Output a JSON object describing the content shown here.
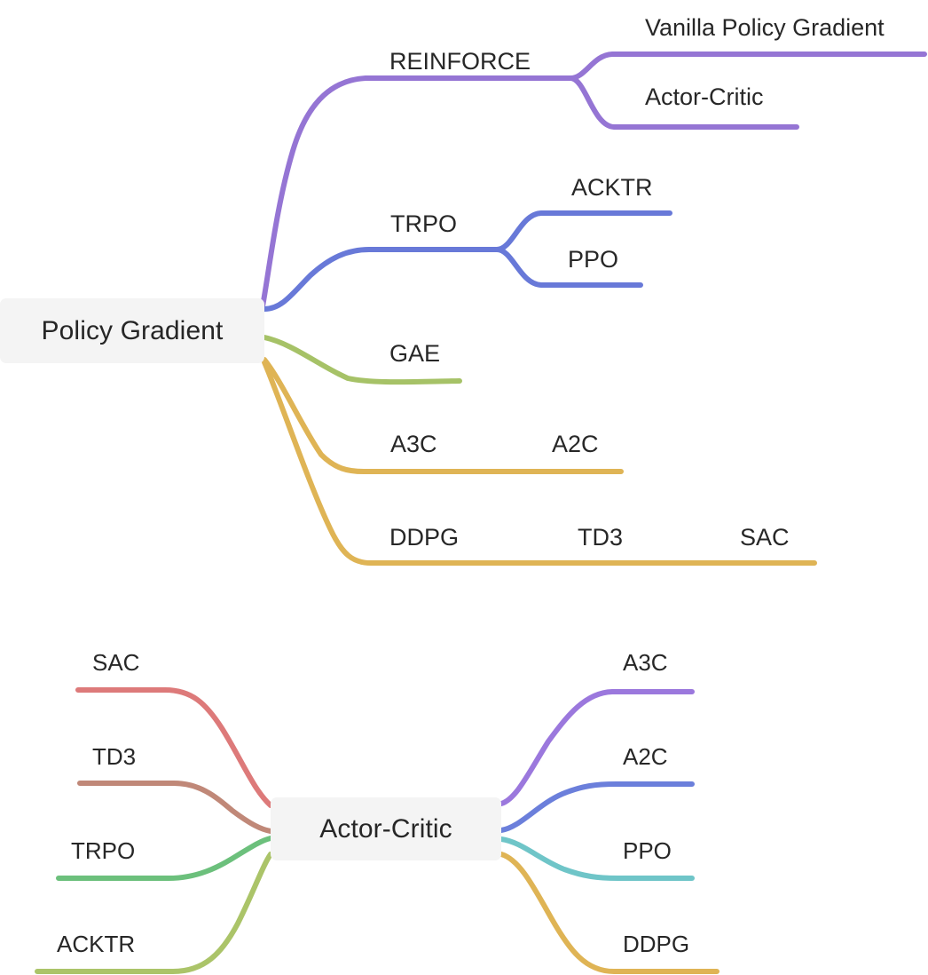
{
  "diagrams": [
    {
      "id": "policy-gradient-map",
      "root": {
        "label": "Policy Gradient"
      },
      "branches": [
        {
          "label": "REINFORCE",
          "color": "#9575d4",
          "children": [
            {
              "label": "Vanilla Policy Gradient",
              "color": "#9575d4"
            },
            {
              "label": "Actor-Critic",
              "color": "#9575d4"
            }
          ]
        },
        {
          "label": "TRPO",
          "color": "#6879d8",
          "children": [
            {
              "label": "ACKTR",
              "color": "#6879d8"
            },
            {
              "label": "PPO",
              "color": "#6879d8"
            }
          ]
        },
        {
          "label": "GAE",
          "color": "#a6c267",
          "children": []
        },
        {
          "label": "A3C",
          "color": "#dfb455",
          "children": [
            {
              "label": "A2C",
              "color": "#dfb455"
            }
          ]
        },
        {
          "label": "DDPG",
          "color": "#dfb455",
          "children": [
            {
              "label": "TD3",
              "color": "#dfb455"
            },
            {
              "label": "SAC",
              "color": "#dfb455"
            }
          ]
        }
      ]
    },
    {
      "id": "actor-critic-map",
      "root": {
        "label": "Actor-Critic"
      },
      "left_branches": [
        {
          "label": "SAC",
          "color": "#dd7a7a"
        },
        {
          "label": "TD3",
          "color": "#c08878"
        },
        {
          "label": "TRPO",
          "color": "#6cc07c"
        },
        {
          "label": "ACKTR",
          "color": "#abc469"
        }
      ],
      "right_branches": [
        {
          "label": "A3C",
          "color": "#9b78dd"
        },
        {
          "label": "A2C",
          "color": "#6b7fdb"
        },
        {
          "label": "PPO",
          "color": "#6fc5c8"
        },
        {
          "label": "DDPG",
          "color": "#dfb455"
        }
      ]
    }
  ],
  "colors": {
    "background": "#ffffff",
    "node_fill": "#f4f4f4",
    "text": "#262626",
    "purple": "#9575d4",
    "violet": "#9b78dd",
    "blue": "#6879d8",
    "indigo": "#6b7fdb",
    "olive": "#a6c267",
    "gold": "#dfb455",
    "salmon": "#dd7a7a",
    "brown": "#c08878",
    "green": "#6cc07c",
    "yellowgreen": "#abc469",
    "teal": "#6fc5c8"
  },
  "stroke_width": 6
}
